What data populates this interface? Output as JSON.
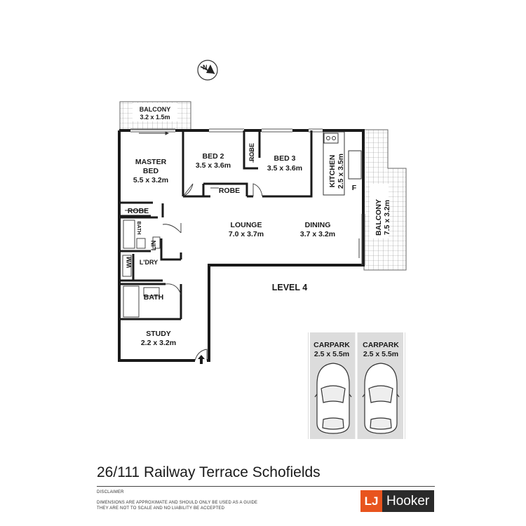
{
  "north_label": "N",
  "rooms": {
    "balcony_top": {
      "name": "BALCONY",
      "size": "3.2 x 1.5m"
    },
    "master_bed": {
      "name1": "MASTER",
      "name2": "BED",
      "size": "5.5 x 3.2m"
    },
    "bed2": {
      "name": "BED 2",
      "size": "3.5 x 3.6m"
    },
    "bed3": {
      "name": "BED 3",
      "size": "3.5 x 3.6m"
    },
    "kitchen": {
      "name": "KITCHEN",
      "size": "2.5 x 3.5m"
    },
    "balcony_side": {
      "name": "BALCONY",
      "size": "7.5 x 3.2m"
    },
    "lounge": {
      "name": "LOUNGE",
      "size": "7.0 x 3.7m"
    },
    "dining": {
      "name": "DINING",
      "size": "3.7 x 3.2m"
    },
    "study": {
      "name": "STUDY",
      "size": "2.2 x 3.2m"
    },
    "bath_main": "BATH",
    "bath_ensuite": "BATH",
    "laundry": "L'DRY",
    "wm": "WM",
    "lin": "LIN",
    "robe_master": "ROBE",
    "robe_bed2": "ROBE",
    "robe_bed3": "ROBE",
    "fridge": "F"
  },
  "level_label": "LEVEL 4",
  "carparks": [
    {
      "name": "CARPARK",
      "size": "2.5 x 5.5m"
    },
    {
      "name": "CARPARK",
      "size": "2.5 x 5.5m"
    }
  ],
  "address": "26/111 Railway Terrace Schofields",
  "disclaimer": {
    "title": "DISCLAIMER",
    "line1": "DIMENSIONS ARE APPROXIMATE AND SHOULD ONLY BE USED AS A GUIDE",
    "line2": "THEY ARE NOT TO SCALE AND NO LIABILITY BE ACCEPTED"
  },
  "logo": {
    "mark": "LJ",
    "text": "Hooker"
  },
  "colors": {
    "wall": "#1a1a1a",
    "carpark_bg": "#dcdcdc",
    "logo_orange": "#e8541e",
    "logo_dark": "#2a2a2a"
  }
}
